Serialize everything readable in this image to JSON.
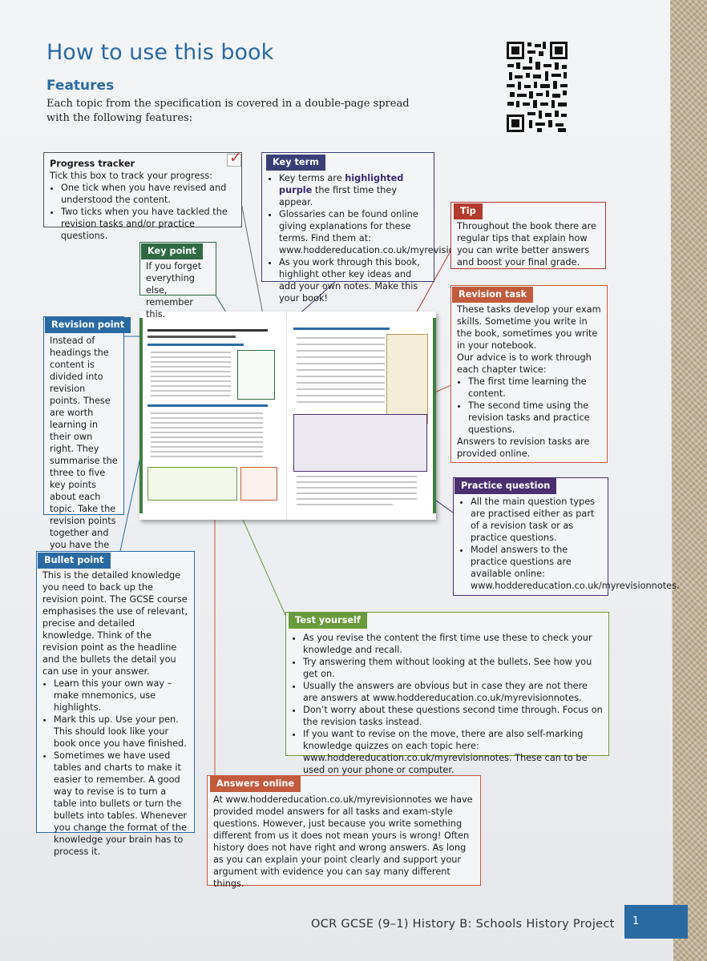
{
  "header": {
    "title": "How to use this book",
    "subtitle": "Features",
    "intro": "Each topic from the specification is covered in a double-page spread with the following features:"
  },
  "progress_tracker": {
    "heading": "Progress tracker",
    "line1": "Tick this box to track your progress:",
    "bullets": [
      "One tick when you have revised and understood the content.",
      "Two ticks when you have tackled the revision tasks and/or practice questions."
    ],
    "tick_glyph": "✓"
  },
  "key_term": {
    "label": "Key term",
    "b1_pre": "Key terms are ",
    "b1_hl": "highlighted purple",
    "b1_post": " the first time they appear.",
    "b2": "Glossaries can be found online giving explanations for these terms. Find them at: www.hoddereducation.co.uk/myrevisionnotesdownloads",
    "b3": "As you work through this book, highlight other key ideas and add your own notes. Make this your book!"
  },
  "tip": {
    "label": "Tip",
    "text": "Throughout the book there are regular tips that explain how you can write better answers and boost your final grade."
  },
  "key_point": {
    "label": "Key point",
    "text": "If you forget everything else, remember this."
  },
  "revision_point": {
    "label": "Revision point",
    "text": "Instead of headings the content is divided into revision points. These are worth learning in their own right. They summarise the three to five key points about each topic. Take the revision points together and you have the course covered."
  },
  "revision_task": {
    "label": "Revision task",
    "text1": "These tasks develop your exam skills. Sometime you write in the book, sometimes you write in your notebook.",
    "text2": "Our advice is to work through each chapter twice:",
    "bullets": [
      "The first time learning the content.",
      "The second time using the revision tasks and practice questions."
    ],
    "text3": "Answers to revision tasks are provided online."
  },
  "practice_question": {
    "label": "Practice question",
    "bullets": [
      "All the main question types are practised either as part of a revision task or as practice questions.",
      "Model answers to the practice questions are available online: www.hoddereducation.co.uk/myrevisionnotes."
    ]
  },
  "bullet_point": {
    "label": "Bullet point",
    "text": "This is the detailed knowledge you need to back up the revision point. The GCSE course emphasises the use of relevant, precise and detailed knowledge. Think of the revision point as the headline and the bullets the detail you can use in your answer.",
    "bullets": [
      "Learn this your own way – make mnemonics, use highlights.",
      "Mark this up. Use your pen. This should look like your book once you have finished.",
      "Sometimes we have used tables and charts to make it easier to remember. A good way to revise is to turn a table into bullets or turn the bullets into tables. Whenever you change the format of the knowledge your brain has to process it."
    ]
  },
  "test_yourself": {
    "label": "Test yourself",
    "bullets": [
      "As you revise the content the first time use these to check your knowledge and recall.",
      "Try answering them without looking at the bullets. See how you get on.",
      "Usually the answers are obvious but in case they are not there are answers at www.hoddereducation.co.uk/myrevisionnotes.",
      "Don’t worry about these questions second time through. Focus on the revision tasks instead.",
      "If you want to revise on the move, there are also self-marking knowledge quizzes on each topic here: www.hoddereducation.co.uk/myrevisionnotes. These can to be used on your phone or computer."
    ]
  },
  "answers_online": {
    "label": "Answers online",
    "text": "At www.hoddereducation.co.uk/myrevisionnotes we have provided model answers for all tasks and exam-style questions. However, just because you write something different from us it does not mean yours is wrong! Often history does not have right and wrong answers. As long as you can explain your point clearly and support your argument with evidence you can say many different things."
  },
  "footer": {
    "text": "OCR GCSE (9–1) History B: Schools History Project",
    "page": "1"
  },
  "colors": {
    "title_blue": "#2a6aa3",
    "progress_border": "#555555",
    "key_term": "#3a3f78",
    "tip": "#b23a2e",
    "key_point": "#2f6a44",
    "revision_point": "#2a6aa3",
    "revision_task": "#c25a3e",
    "practice_question": "#4b2f6e",
    "bullet_point": "#2a6aa3",
    "test_yourself": "#6a9a3c",
    "answers_online": "#c25a3e",
    "tick_red": "#c23030"
  },
  "icons": [
    "qr-code-icon",
    "tick-icon"
  ]
}
